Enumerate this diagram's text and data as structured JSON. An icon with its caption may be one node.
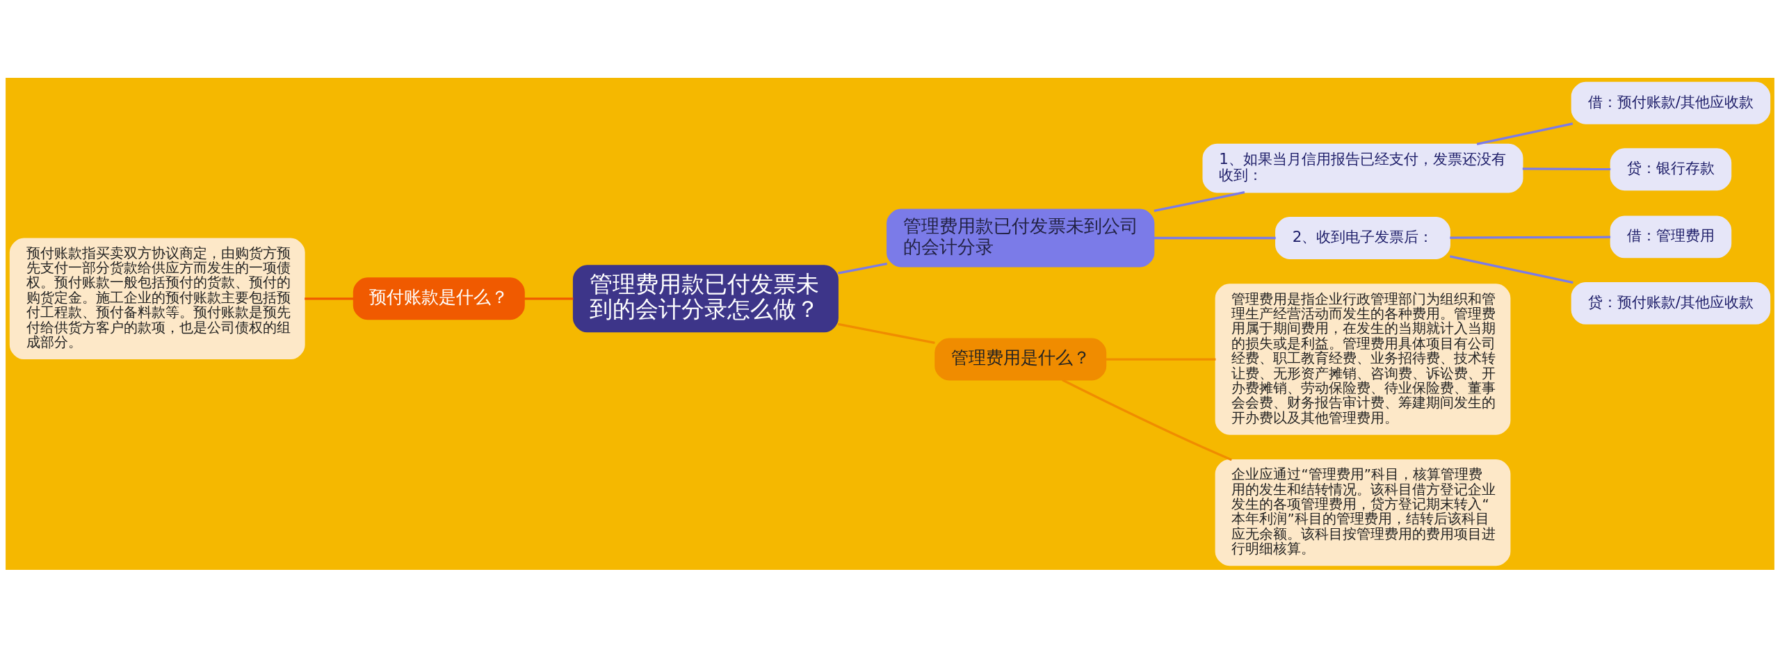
{
  "diagram": {
    "nodes": [
      {
        "text": [
          "管理费用款已付发票未到的会计分录怎么做？"
        ]
      },
      {
        "text": [
          "管理费用款已付发票未到公司的会计分录"
        ]
      },
      {
        "text": [
          "1、如果当月信用报告已经支付，发票还没有收到："
        ]
      },
      {
        "text": [
          "借：预付账款/其他应收款"
        ]
      },
      {
        "text": [
          "贷：银行存款"
        ]
      },
      {
        "text": [
          "2、收到电子发票后："
        ]
      },
      {
        "text": [
          "借：管理费用"
        ]
      },
      {
        "text": [
          "贷：预付账款/其他应收款"
        ]
      },
      {
        "text": [
          "管理费用是什么？"
        ]
      },
      {
        "text": [
          "管理费用是指企业行政管理部门为组织和管理生产经营活动而发生的各种费用。管理费用属于期间费用，在发生的当期就计入当期的损失或是利益。管理费用具体项目有公司经费、职工教育经费、业务招待费、技术转让费、无形资产摊销、咨询费、诉讼费、开办费摊销、劳动保险费、待业保险费、董事会会费、财务报告审计费、筹建期间发生的开办费以及其他管理费用。"
        ]
      },
      {
        "text": [
          "企业应通过“管理费用”科目，核算管理费用的发生和结转情况。该科目借方登记企业发生的各项管理费用，贷方登记期末转入“本年利润”科目的管理费用，结转后该科目应无余额。该科目按管理费用的费用项目进行明细核算。"
        ]
      },
      {
        "text": [
          "预付账款是什么？"
        ]
      },
      {
        "text": [
          "预付账款指买卖双方协议商定，由购货方预先支付一部分货款给供应方而发生的一项债权。预付账款一般包括预付的货款、预付的购货定金。施工企业的预付账款主要包括预付工程款、预付备料款等。预付账款是预先付给供货方客户的款项，也是公司债权的组成部分。"
        ]
      }
    ],
    "edges": [
      {
        "from": 0,
        "to": 1,
        "arrow": "none",
        "color": "#7b7be8"
      },
      {
        "from": 1,
        "to": 2,
        "arrow": "none",
        "color": "#7b7be8"
      },
      {
        "from": 2,
        "to": 3,
        "arrow": "none",
        "color": "#7b7be8"
      },
      {
        "from": 2,
        "to": 4,
        "arrow": "none",
        "color": "#7b7be8"
      },
      {
        "from": 1,
        "to": 5,
        "arrow": "none",
        "color": "#7b7be8"
      },
      {
        "from": 5,
        "to": 6,
        "arrow": "none",
        "color": "#7b7be8"
      },
      {
        "from": 5,
        "to": 7,
        "arrow": "none",
        "color": "#7b7be8"
      },
      {
        "from": 0,
        "to": 8,
        "arrow": "none",
        "color": "#f08c00"
      },
      {
        "from": 8,
        "to": 9,
        "arrow": "none",
        "color": "#f08c00"
      },
      {
        "from": 8,
        "to": 10,
        "arrow": "none",
        "color": "#f08c00"
      },
      {
        "from": 12,
        "to": 11,
        "arrow": "none",
        "color": "#f05a00"
      },
      {
        "from": 11,
        "to": 0,
        "arrow": "none",
        "color": "#f05a00"
      }
    ]
  }
}
